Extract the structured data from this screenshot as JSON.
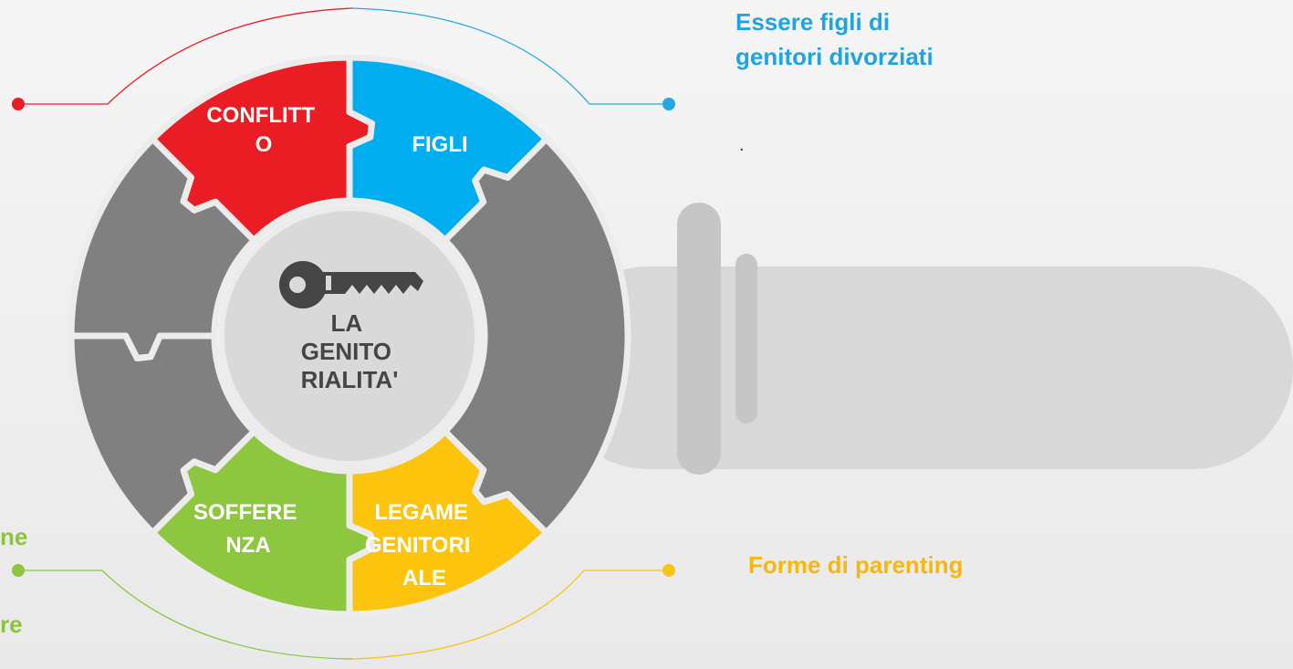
{
  "diagram": {
    "center_label_lines": [
      "LA",
      "GENITO",
      "RIALITA'"
    ],
    "segments": [
      {
        "id": "conflitto",
        "color": "#ea1c24",
        "label_lines": [
          "CONFLITT",
          "O"
        ]
      },
      {
        "id": "figli",
        "color": "#00aeef",
        "label_lines": [
          "FIGLI"
        ]
      },
      {
        "id": "legame",
        "color": "#fcc40d",
        "label_lines": [
          "LEGAME",
          "GENITORI",
          "ALE"
        ]
      },
      {
        "id": "sofferenza",
        "color": "#8dc63f",
        "label_lines": [
          "SOFFERE",
          "NZA"
        ]
      }
    ],
    "ring_color": "#808080",
    "center_color": "#d9d9d9",
    "key_color": "#454545",
    "handle_color": "#d8d8d8",
    "icons": [
      "key-icon"
    ]
  },
  "texts": {
    "title_line1": "Essere figli di",
    "title_line2": "genitori divorziati",
    "dot": ".",
    "parenting": "Forme di parenting",
    "left_green_1": "ne",
    "left_green_2": "re"
  }
}
